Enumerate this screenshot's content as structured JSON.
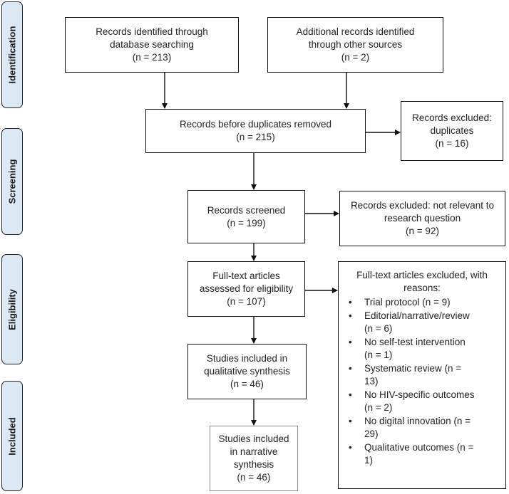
{
  "phases": {
    "identification": "Identification",
    "screening": "Screening",
    "eligibility": "Eligibility",
    "included": "Included"
  },
  "boxes": {
    "database": [
      "Records identified through",
      "database searching",
      "(n = 213)"
    ],
    "other_sources": [
      "Additional records identified",
      "through other sources",
      "(n = 2)"
    ],
    "before_duplicates": [
      "Records before duplicates removed",
      "(n = 215)"
    ],
    "excluded_duplicates": [
      "Records excluded:",
      "duplicates",
      "(n = 16)"
    ],
    "screened": [
      "Records screened",
      "(n = 199)"
    ],
    "excluded_not_relevant": [
      "Records excluded: not relevant to",
      "research question",
      "(n = 92)"
    ],
    "fulltext": [
      "Full-text articles",
      "assessed for eligibility",
      "(n = 107)"
    ],
    "qualitative": [
      "Studies included in",
      "qualitative synthesis",
      "(n = 46)"
    ],
    "narrative": [
      "Studies included",
      "in narrative",
      "synthesis",
      "(n = 46)"
    ]
  },
  "fulltext_excluded": {
    "title": [
      "Full-text articles excluded, with",
      "reasons:"
    ],
    "reasons": [
      [
        "Trial protocol (n = 9)"
      ],
      [
        "Editorial/narrative/review",
        "(n = 6)"
      ],
      [
        "No self-test intervention",
        "(n = 1)"
      ],
      [
        "Systematic review (n =",
        "13)"
      ],
      [
        "No HIV-specific outcomes",
        "(n = 2)"
      ],
      [
        "No digital innovation (n =",
        "29)"
      ],
      [
        "Qualitative outcomes (n =",
        "1)"
      ]
    ]
  },
  "colors": {
    "phase_fill": "#dbe9f7",
    "border": "#111111",
    "narrative_border": "#888888"
  }
}
